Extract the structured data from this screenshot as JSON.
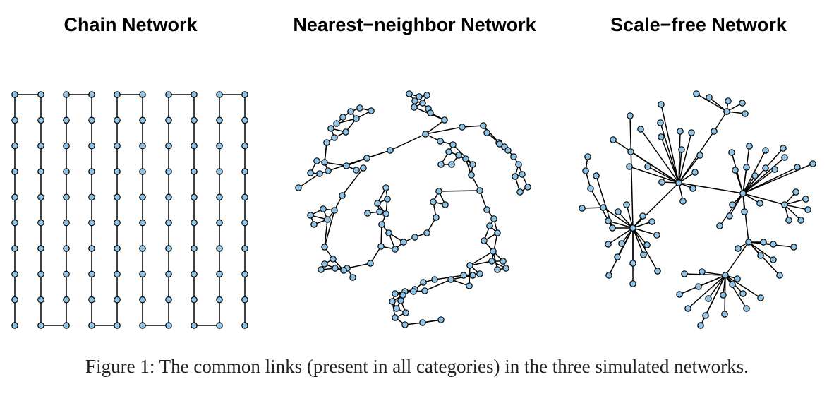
{
  "panels": [
    {
      "title": "Chain Network"
    },
    {
      "title": "Nearest−neighbor Network"
    },
    {
      "title": "Scale−free Network"
    }
  ],
  "caption": "Figure 1: The common links (present in all categories) in the three simulated networks.",
  "colors": {
    "node_fill": "#8ec3e6",
    "edge": "#000000"
  },
  "chain": {
    "columns": 10,
    "rows": 10,
    "pattern": "serpentine"
  }
}
